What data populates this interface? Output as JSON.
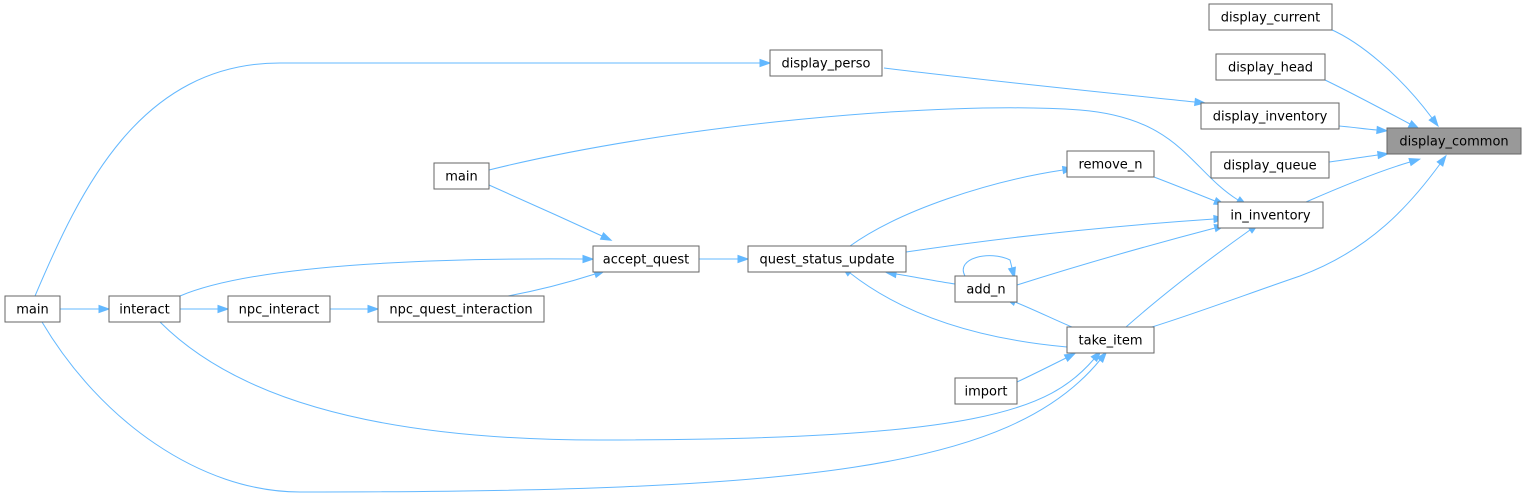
{
  "graph": {
    "root_color": "#999999",
    "edge_color": "#63b8ff",
    "nodes": [
      {
        "id": "display_common",
        "label": "display_common",
        "root": true
      },
      {
        "id": "display_current",
        "label": "display_current"
      },
      {
        "id": "display_head",
        "label": "display_head"
      },
      {
        "id": "display_inventory",
        "label": "display_inventory"
      },
      {
        "id": "display_queue",
        "label": "display_queue"
      },
      {
        "id": "in_inventory",
        "label": "in_inventory"
      },
      {
        "id": "take_item",
        "label": "take_item"
      },
      {
        "id": "display_perso",
        "label": "display_perso"
      },
      {
        "id": "remove_n",
        "label": "remove_n"
      },
      {
        "id": "main_1",
        "label": "main"
      },
      {
        "id": "quest_status_update",
        "label": "quest_status_update"
      },
      {
        "id": "add_n",
        "label": "add_n"
      },
      {
        "id": "accept_quest",
        "label": "accept_quest"
      },
      {
        "id": "import",
        "label": "import"
      },
      {
        "id": "interact",
        "label": "interact"
      },
      {
        "id": "npc_interact",
        "label": "npc_interact"
      },
      {
        "id": "npc_quest_interaction",
        "label": "npc_quest_interaction"
      },
      {
        "id": "main_2",
        "label": "main"
      }
    ],
    "edges": [
      {
        "from": "display_current",
        "to": "display_common"
      },
      {
        "from": "display_head",
        "to": "display_common"
      },
      {
        "from": "display_inventory",
        "to": "display_common"
      },
      {
        "from": "display_queue",
        "to": "display_common"
      },
      {
        "from": "in_inventory",
        "to": "display_common"
      },
      {
        "from": "take_item",
        "to": "display_common"
      },
      {
        "from": "display_perso",
        "to": "display_inventory"
      },
      {
        "from": "remove_n",
        "to": "in_inventory"
      },
      {
        "from": "main_1",
        "to": "in_inventory"
      },
      {
        "from": "quest_status_update",
        "to": "in_inventory"
      },
      {
        "from": "add_n",
        "to": "in_inventory"
      },
      {
        "from": "take_item",
        "to": "in_inventory"
      },
      {
        "from": "quest_status_update",
        "to": "remove_n"
      },
      {
        "from": "accept_quest",
        "to": "quest_status_update"
      },
      {
        "from": "add_n",
        "to": "quest_status_update"
      },
      {
        "from": "take_item",
        "to": "quest_status_update"
      },
      {
        "from": "add_n",
        "to": "add_n"
      },
      {
        "from": "take_item",
        "to": "add_n"
      },
      {
        "from": "main_1",
        "to": "accept_quest"
      },
      {
        "from": "interact",
        "to": "accept_quest"
      },
      {
        "from": "npc_quest_interaction",
        "to": "accept_quest"
      },
      {
        "from": "import",
        "to": "take_item"
      },
      {
        "from": "interact",
        "to": "take_item"
      },
      {
        "from": "main_2",
        "to": "take_item"
      },
      {
        "from": "interact",
        "to": "npc_interact"
      },
      {
        "from": "npc_interact",
        "to": "npc_quest_interaction"
      },
      {
        "from": "main_2",
        "to": "interact"
      },
      {
        "from": "main_2",
        "to": "display_perso"
      }
    ]
  }
}
